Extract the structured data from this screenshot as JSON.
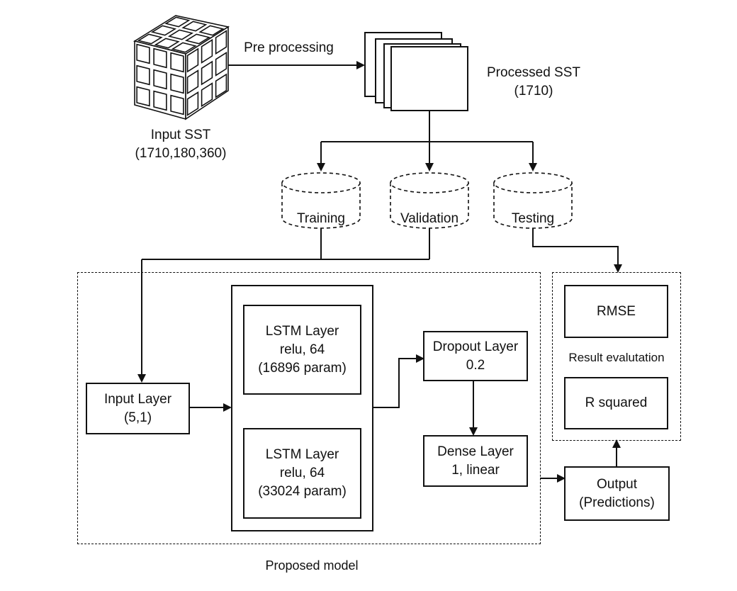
{
  "input": {
    "title": "Input SST",
    "shape": "(1710,180,360)"
  },
  "preprocess_label": "Pre processing",
  "processed": {
    "title": "Processed SST",
    "count": "(1710)"
  },
  "splits": {
    "training": "Training",
    "validation": "Validation",
    "testing": "Testing"
  },
  "model": {
    "caption": "Proposed model",
    "input_layer": {
      "name": "Input Layer",
      "shape": "(5,1)"
    },
    "lstm1": {
      "name": "LSTM Layer",
      "config": "relu, 64",
      "params": "(16896 param)"
    },
    "lstm2": {
      "name": "LSTM Layer",
      "config": "relu, 64",
      "params": "(33024 param)"
    },
    "dropout": {
      "name": "Dropout Layer",
      "rate": "0.2"
    },
    "dense": {
      "name": "Dense Layer",
      "config": "1, linear"
    }
  },
  "output": {
    "name": "Output",
    "detail": "(Predictions)"
  },
  "evaluation": {
    "caption": "Result evalutation",
    "metric1": "RMSE",
    "metric2": "R squared"
  }
}
